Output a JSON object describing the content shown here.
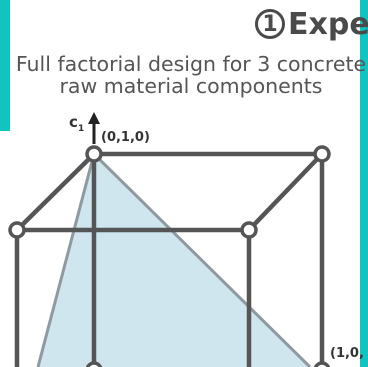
{
  "heading": {
    "step_number": "1",
    "text": "Exper"
  },
  "subtitle": {
    "line1": "Full factorial design for 3 concrete",
    "line2": "raw material components"
  },
  "diagram": {
    "axis_label_main": "c",
    "axis_label_sub": "1",
    "vertex_top": "(0,1,0)",
    "vertex_right": "(1,0,"
  },
  "colors": {
    "accent": "#12c4c0",
    "edge": "#555555",
    "plane_fill": "#cfe6ee"
  },
  "icons": [
    "up-arrow-icon"
  ]
}
